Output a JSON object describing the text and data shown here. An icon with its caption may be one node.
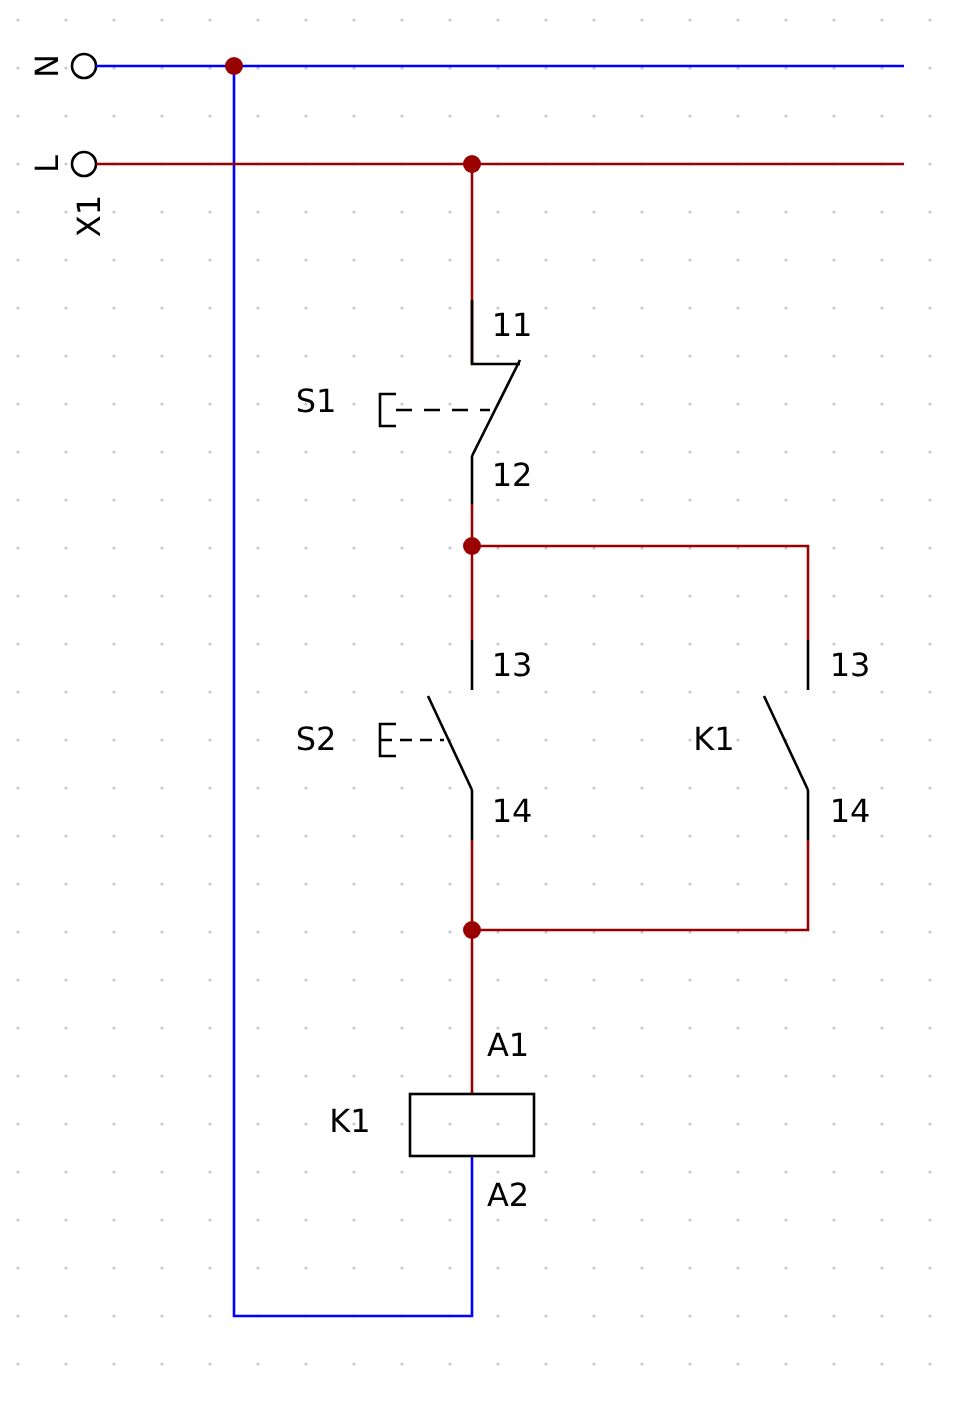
{
  "diagram": {
    "labels": [
      "N",
      "L",
      "X1",
      "11",
      "S1",
      "12",
      "13",
      "13",
      "S2",
      "K1",
      "14",
      "14",
      "A1",
      "K1",
      "A2"
    ]
  }
}
